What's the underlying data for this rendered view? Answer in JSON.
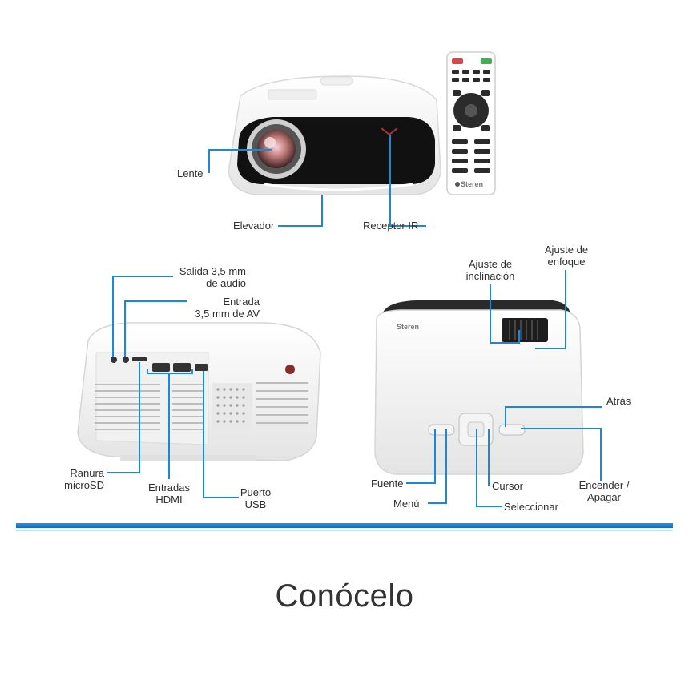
{
  "labels": {
    "lente": "Lente",
    "elevador": "Elevador",
    "receptor_ir": "Receptor IR",
    "salida_audio_1": "Salida 3,5 mm",
    "salida_audio_2": "de audio",
    "entrada_av_1": "Entrada",
    "entrada_av_2": "3,5 mm de AV",
    "ranura_1": "Ranura",
    "ranura_2": "microSD",
    "hdmi_1": "Entradas",
    "hdmi_2": "HDMI",
    "usb_1": "Puerto",
    "usb_2": "USB",
    "inclinacion_1": "Ajuste de",
    "inclinacion_2": "inclinación",
    "enfoque_1": "Ajuste de",
    "enfoque_2": "enfoque",
    "atras": "Atrás",
    "fuente": "Fuente",
    "menu": "Menú",
    "cursor": "Cursor",
    "seleccionar": "Seleccionar",
    "encender_1": "Encender /",
    "encender_2": "Apagar"
  },
  "brand": "Steren",
  "title": "Conócelo",
  "colors": {
    "accent": "#1b87d6",
    "band": "#0d6cc0"
  }
}
